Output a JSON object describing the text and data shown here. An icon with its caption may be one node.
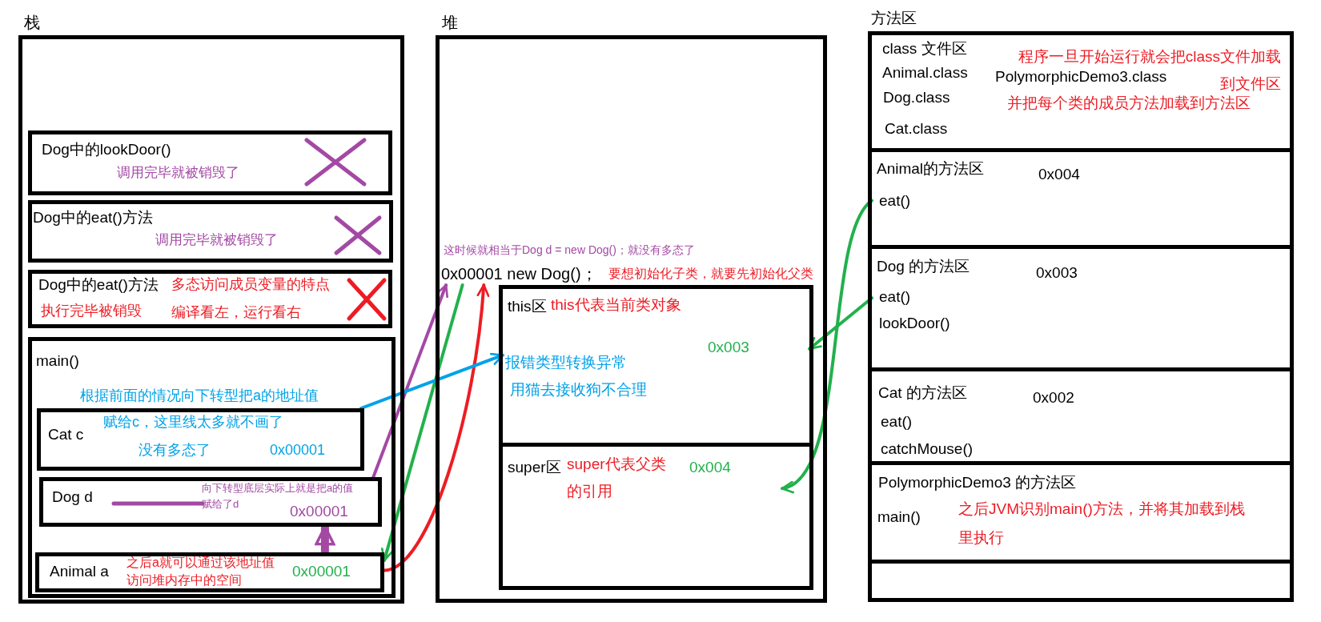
{
  "diagram": {
    "nodes": [
      {
        "text": [
          "栈"
        ]
      },
      {
        "text": [
          "Dog中的lookDoor()",
          "调用完毕就被销毁了"
        ],
        "in": 0
      },
      {
        "text": [
          "Dog中的eat()方法",
          "调用完毕就被销毁了"
        ],
        "in": 0
      },
      {
        "text": [
          "Dog中的eat()方法",
          "多态访问成员变量的特点",
          "执行完毕被销毁",
          "编译看左，运行看右"
        ],
        "in": 0
      },
      {
        "text": [
          "main()",
          "根据前面的情况向下转型把a的地址值"
        ],
        "in": 0
      },
      {
        "text": [
          "Cat c",
          "赋给c，这里线太多就不画了",
          "没有多态了",
          "0x00001"
        ],
        "in": 4
      },
      {
        "text": [
          "Dog d",
          "向下转型底层实际上就是把a的值赋给了d",
          "0x00001"
        ],
        "in": 4
      },
      {
        "text": [
          "Animal a",
          "之后a就可以通过该地址值访问堆内存中的空间",
          "0x00001"
        ],
        "in": 4
      },
      {
        "text": [
          "堆",
          "这时候就相当于Dog d = new Dog()；就没有多态了",
          "要想初始化子类，就要先初始化父类"
        ]
      },
      {
        "text": [
          "0x00001 new Dog()；"
        ],
        "in": 8
      },
      {
        "text": [],
        "shape": "box",
        "in": 8
      },
      {
        "text": [
          "this区",
          "this代表当前类对象",
          "0x003",
          "报错类型转换异常",
          "用猫去接收狗不合理"
        ],
        "in": 10
      },
      {
        "text": [
          "super区",
          "super代表父类的引用",
          "0x004"
        ],
        "in": 10
      },
      {
        "text": [
          "方法区"
        ]
      },
      {
        "text": [
          "class 文件区",
          "Animal.class",
          "Dog.class",
          "Cat.class",
          "PolymorphicDemo3.class",
          "程序一旦开始运行就会把class文件加载到文件区",
          "并把每个类的成员方法加载到方法区"
        ],
        "in": 13
      },
      {
        "text": [
          "Animal的方法区",
          "0x004",
          "eat()"
        ],
        "in": 13
      },
      {
        "text": [
          "Dog 的方法区",
          "0x003",
          "eat()",
          "lookDoor()"
        ],
        "in": 13
      },
      {
        "text": [
          "Cat 的方法区",
          "0x002",
          "eat()",
          "catchMouse()"
        ],
        "in": 13
      },
      {
        "text": [
          "PolymorphicDemo3 的方法区",
          "main()",
          "之后JVM识别main()方法，并将其加载到栈里执行"
        ],
        "in": 13
      },
      {
        "text": [],
        "shape": "box",
        "in": 13
      }
    ],
    "edges": [
      {
        "from": 6,
        "to": 9,
        "arrow": "to",
        "color": "#a349a4"
      },
      {
        "from": 9,
        "to": 7,
        "arrow": "to",
        "color": "#22b14c"
      },
      {
        "from": 7,
        "to": 9,
        "arrow": "to",
        "color": "#ed1c24"
      },
      {
        "from": 5,
        "to": 11,
        "arrow": "to",
        "color": "#00a2e8"
      },
      {
        "from": 7,
        "to": 6,
        "arrow": "to",
        "style": "thick",
        "color": "#a349a4"
      },
      {
        "from": 15,
        "to": 12,
        "arrow": "to",
        "color": "#22b14c"
      },
      {
        "from": 16,
        "to": 11,
        "arrow": "to",
        "color": "#22b14c"
      }
    ]
  }
}
